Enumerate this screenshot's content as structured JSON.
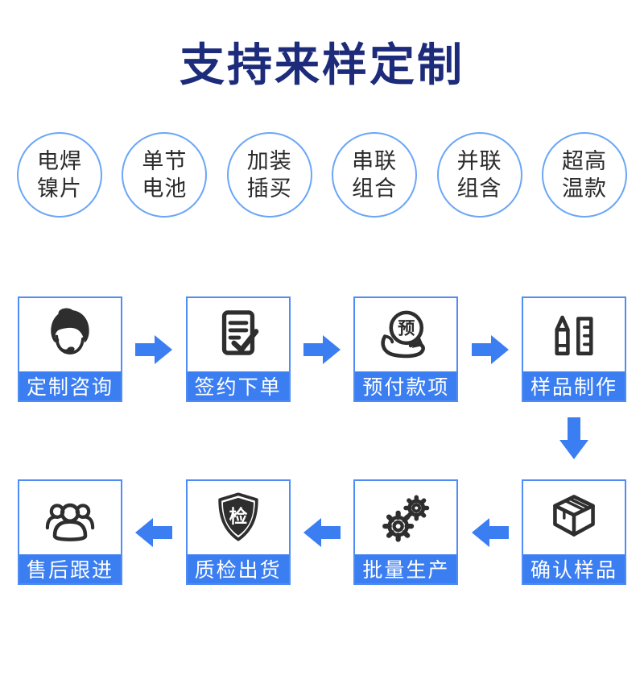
{
  "title": "支持来样定制",
  "feature_circles": [
    {
      "line1": "电焊",
      "line2": "镍片"
    },
    {
      "line1": "单节",
      "line2": "电池"
    },
    {
      "line1": "加装",
      "line2": "插买"
    },
    {
      "line1": "串联",
      "line2": "组合"
    },
    {
      "line1": "并联",
      "line2": "组含"
    },
    {
      "line1": "超高",
      "line2": "温款"
    }
  ],
  "flow_row1": [
    {
      "label": "定制咨询",
      "icon": "customer-service-icon"
    },
    {
      "label": "签约下单",
      "icon": "contract-check-icon"
    },
    {
      "label": "预付款项",
      "icon": "prepayment-hand-icon"
    },
    {
      "label": "样品制作",
      "icon": "pencil-ruler-icon"
    }
  ],
  "flow_row2": [
    {
      "label": "售后跟进",
      "icon": "people-group-icon"
    },
    {
      "label": "质检出货",
      "icon": "qc-shield-icon"
    },
    {
      "label": "批量生产",
      "icon": "gears-icon"
    },
    {
      "label": "确认样品",
      "icon": "package-box-icon"
    }
  ],
  "icon_glyphs": {
    "coin_char": "预",
    "shield_char": "检"
  },
  "colors": {
    "primary_blue": "#3b7ef2",
    "tile_border": "#4f8cf4",
    "circle_border": "#6aa6f8",
    "title_navy": "#1d2b7b",
    "icon_ink": "#2e2e2e"
  }
}
